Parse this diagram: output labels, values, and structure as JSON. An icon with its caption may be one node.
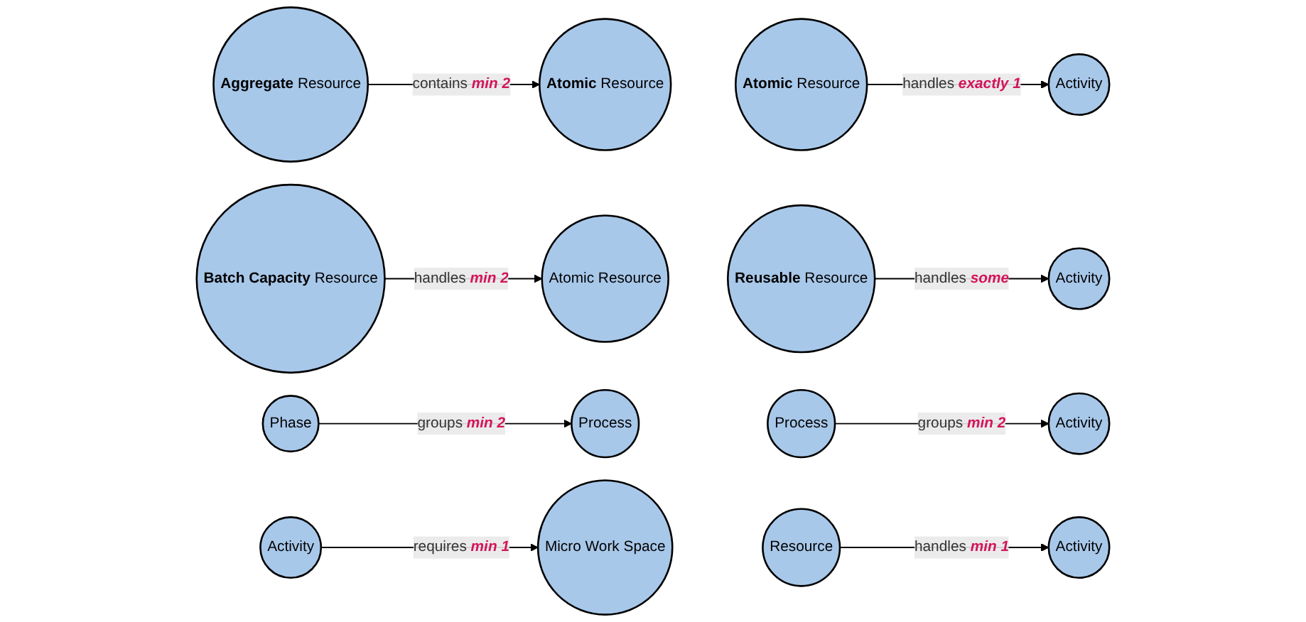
{
  "diagram": {
    "nodes": [
      {
        "text": [
          "**Aggregate** Resource"
        ]
      },
      {
        "text": [
          "**Atomic** Resource"
        ]
      },
      {
        "text": [
          "**Atomic** Resource"
        ]
      },
      {
        "text": [
          "Activity"
        ]
      },
      {
        "text": [
          "**Batch Capacity** Resource"
        ]
      },
      {
        "text": [
          "Atomic Resource"
        ]
      },
      {
        "text": [
          "**Reusable** Resource"
        ]
      },
      {
        "text": [
          "Activity"
        ]
      },
      {
        "text": [
          "Phase"
        ]
      },
      {
        "text": [
          "Process"
        ]
      },
      {
        "text": [
          "Process"
        ]
      },
      {
        "text": [
          "Activity"
        ]
      },
      {
        "text": [
          "Activity"
        ]
      },
      {
        "text": [
          "Micro Work Space"
        ]
      },
      {
        "text": [
          "Resource"
        ]
      },
      {
        "text": [
          "Activity"
        ]
      }
    ],
    "edges": [
      {
        "from": 0,
        "to": 1,
        "arrow": "to",
        "label": "contains **min 2**"
      },
      {
        "from": 2,
        "to": 3,
        "arrow": "to",
        "label": "handles **exactly 1**"
      },
      {
        "from": 4,
        "to": 5,
        "arrow": "to",
        "label": "handles **min 2**"
      },
      {
        "from": 6,
        "to": 7,
        "arrow": "to",
        "label": "handles **some**"
      },
      {
        "from": 8,
        "to": 9,
        "arrow": "to",
        "label": "groups **min 2**"
      },
      {
        "from": 10,
        "to": 11,
        "arrow": "to",
        "label": "groups **min 2**"
      },
      {
        "from": 12,
        "to": 13,
        "arrow": "to",
        "label": "requires **min 1**"
      },
      {
        "from": 14,
        "to": 15,
        "arrow": "to",
        "label": "handles **min 1**"
      }
    ]
  }
}
